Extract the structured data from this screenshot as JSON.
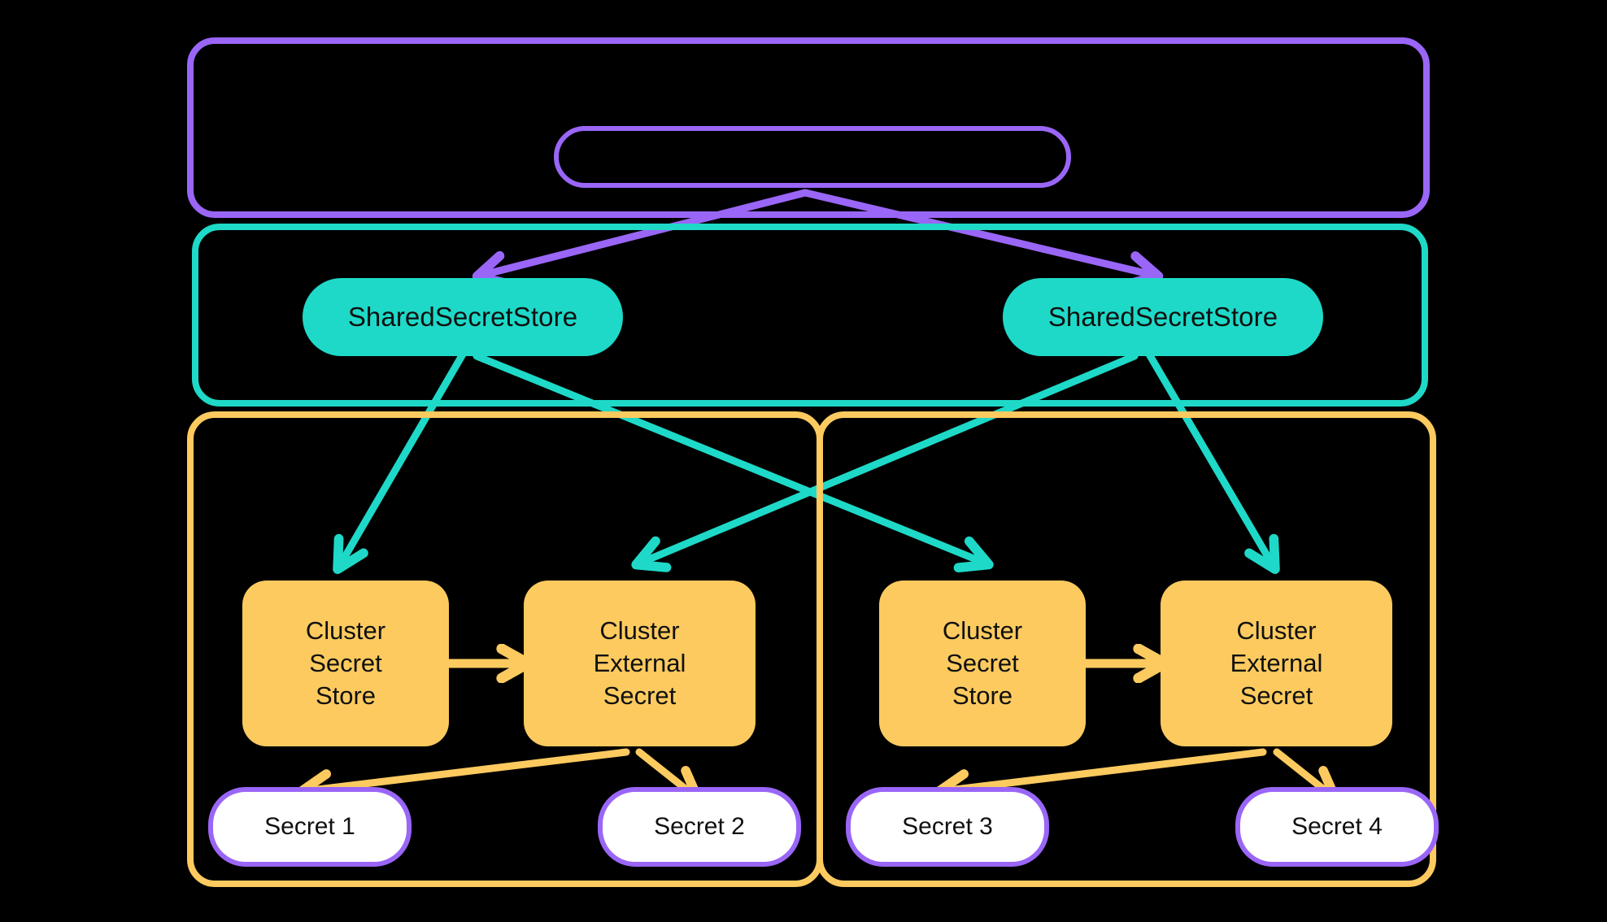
{
  "diagram": {
    "title": "External Secrets Operator shared secret store architecture",
    "background_color": "#000000",
    "colors": {
      "purple": "#9a66f7",
      "teal": "#1ed9c8",
      "yellow": "#fcca5f",
      "white": "#ffffff",
      "text": "#10100f"
    }
  },
  "containers": [
    {
      "id": "cluster-scope-outer",
      "label": "",
      "border_color": "#9a66f7"
    },
    {
      "id": "shared-store-scope",
      "label": "",
      "border_color": "#1ed9c8"
    },
    {
      "id": "namespace-left",
      "label": "",
      "border_color": "#fcca5f"
    },
    {
      "id": "namespace-right",
      "label": "",
      "border_color": "#fcca5f"
    }
  ],
  "nodes": {
    "root_box": {
      "label": ""
    },
    "shared_store_left": {
      "label": "SharedSecretStore"
    },
    "shared_store_right": {
      "label": "SharedSecretStore"
    },
    "cluster_secret_store_left": {
      "label": "Cluster\nSecret\nStore"
    },
    "cluster_external_secret_left": {
      "label": "Cluster\nExternal\nSecret"
    },
    "cluster_secret_store_right": {
      "label": "Cluster\nSecret\nStore"
    },
    "cluster_external_secret_right": {
      "label": "Cluster\nExternal\nSecret"
    },
    "secret_1": {
      "label": "Secret 1"
    },
    "secret_2": {
      "label": "Secret 2"
    },
    "secret_3": {
      "label": "Secret 3"
    },
    "secret_4": {
      "label": "Secret 4"
    }
  },
  "edges": [
    {
      "id": "root-to-shared-left",
      "from": "root_box",
      "to": "shared_store_left",
      "color": "#9a66f7"
    },
    {
      "id": "root-to-shared-right",
      "from": "root_box",
      "to": "shared_store_right",
      "color": "#9a66f7"
    },
    {
      "id": "sharedleft-to-css-left",
      "from": "shared_store_left",
      "to": "cluster_secret_store_left",
      "color": "#1ed9c8"
    },
    {
      "id": "sharedleft-to-ces-right",
      "from": "shared_store_left",
      "to": "cluster_secret_store_right",
      "color": "#1ed9c8"
    },
    {
      "id": "sharedright-to-ces-left",
      "from": "shared_store_right",
      "to": "cluster_external_secret_left",
      "color": "#1ed9c8"
    },
    {
      "id": "sharedright-to-ces-right",
      "from": "shared_store_right",
      "to": "cluster_external_secret_right",
      "color": "#1ed9c8"
    },
    {
      "id": "css-to-ces-left",
      "from": "cluster_secret_store_left",
      "to": "cluster_external_secret_left",
      "color": "#fcca5f"
    },
    {
      "id": "css-to-ces-right",
      "from": "cluster_secret_store_right",
      "to": "cluster_external_secret_right",
      "color": "#fcca5f"
    },
    {
      "id": "ces-left-to-secret1",
      "from": "cluster_external_secret_left",
      "to": "secret_1",
      "color": "#fcca5f"
    },
    {
      "id": "ces-left-to-secret2",
      "from": "cluster_external_secret_left",
      "to": "secret_2",
      "color": "#fcca5f"
    },
    {
      "id": "ces-right-to-secret3",
      "from": "cluster_external_secret_right",
      "to": "secret_3",
      "color": "#fcca5f"
    },
    {
      "id": "ces-right-to-secret4",
      "from": "cluster_external_secret_right",
      "to": "secret_4",
      "color": "#fcca5f"
    }
  ]
}
